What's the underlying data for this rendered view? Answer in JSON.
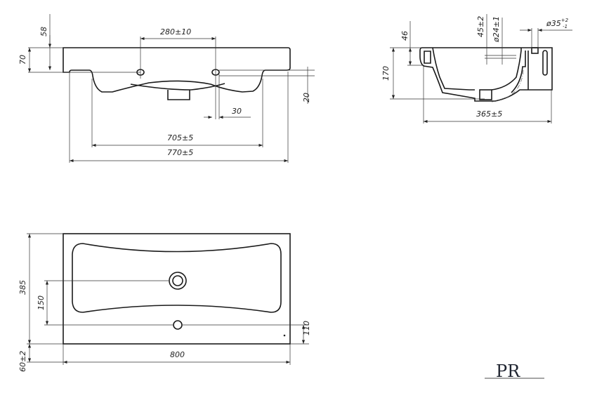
{
  "front_view": {
    "dims": {
      "d58": "58",
      "d70": "70",
      "d280": "280±10",
      "d20": "20",
      "d30": "30",
      "d705": "705±5",
      "d770": "770±5"
    }
  },
  "side_view": {
    "dims": {
      "d46": "46",
      "d45": "45±2",
      "d24": "ø24±1",
      "d35": "ø35",
      "d35_tol_upper": "+2",
      "d35_tol_lower": "-1",
      "d170": "170",
      "d365": "365±5"
    }
  },
  "top_view": {
    "dims": {
      "d385": "385",
      "d150": "150",
      "d110": "110",
      "d800": "800",
      "d60": "60±2"
    }
  },
  "logo": {
    "text": "PR"
  },
  "colors": {
    "line": "#1a1a1a",
    "logo": "#1f2430"
  }
}
